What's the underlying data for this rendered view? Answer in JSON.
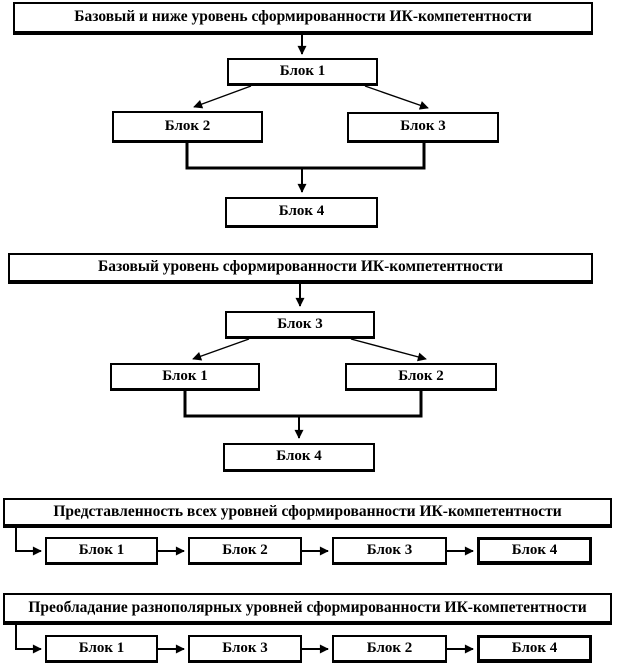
{
  "colors": {
    "background": "#ffffff",
    "box_fill": "#ffffff",
    "box_border": "#000000",
    "line_color": "#000000",
    "text_color": "#000000"
  },
  "sections": [
    {
      "title": "Базовый и ниже уровень сформированности ИК-компетентности",
      "layout": "tree",
      "blocks": [
        "Блок 1",
        "Блок 2",
        "Блок 3",
        "Блок 4"
      ]
    },
    {
      "title": "Базовый уровень сформированности ИК-компетентности",
      "layout": "tree",
      "blocks": [
        "Блок 3",
        "Блок 1",
        "Блок 2",
        "Блок 4"
      ]
    },
    {
      "title": "Представленность всех уровней сформированности ИК-компетентности",
      "layout": "chain",
      "blocks": [
        "Блок 1",
        "Блок 2",
        "Блок 3",
        "Блок 4"
      ]
    },
    {
      "title": "Преобладание разнополярных уровней сформированности ИК-компетентности",
      "layout": "chain",
      "blocks": [
        "Блок 1",
        "Блок 3",
        "Блок 2",
        "Блок 4"
      ]
    }
  ]
}
